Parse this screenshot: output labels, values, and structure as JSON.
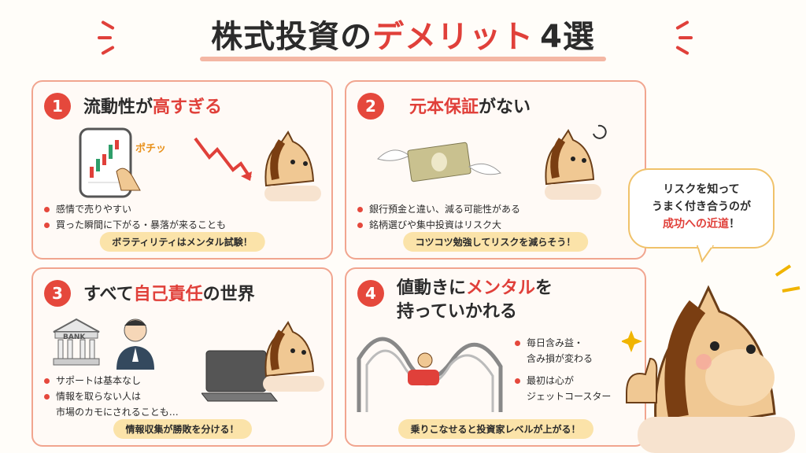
{
  "title": {
    "prefix": "株式投資の",
    "accent": "デメリット",
    "suffix": "4選"
  },
  "colors": {
    "accent": "#e0403a",
    "card_border": "#f1a58f",
    "banner": "#fbe3a9",
    "horse": "#f0c893"
  },
  "cards": [
    {
      "number": "1",
      "title_main": "流動性が",
      "title_highlight": "高すぎる",
      "callout": "ポチッ",
      "bullets": [
        "感情で売りやすい",
        "買った瞬間に下がる・暴落が来ることも"
      ],
      "banner": "ボラティリティはメンタル試験！"
    },
    {
      "number": "2",
      "title_main": "元本保証",
      "title_highlight": "がない",
      "bullets": [
        "銀行預金と違い、減る可能性がある",
        "銘柄選びや集中投資はリスク大"
      ],
      "banner": "コツコツ勉強してリスクを減らそう！"
    },
    {
      "number": "3",
      "title_prefix": "すべて",
      "title_highlight": "自己責任",
      "title_suffix": "の世界",
      "bank_label": "BANK",
      "bullets": [
        "サポートは基本なし",
        "情報を取らない人は",
        "市場のカモにされることも…"
      ],
      "banner": "情報収集が勝敗を分ける！"
    },
    {
      "number": "4",
      "title_line1_prefix": "値動きに",
      "title_line1_highlight": "メンタル",
      "title_line1_suffix": "を",
      "title_line2": "持っていかれる",
      "bullets": [
        "毎日含み益・",
        "含み損が変わる",
        "最初は心が",
        "ジェットコースター"
      ],
      "banner": "乗りこなせると投資家レベルが上がる！"
    }
  ],
  "bubble": {
    "line1": "リスクを知って",
    "line2": "うまく付き合うのが",
    "accent": "成功への近道",
    "suffix": "！"
  }
}
